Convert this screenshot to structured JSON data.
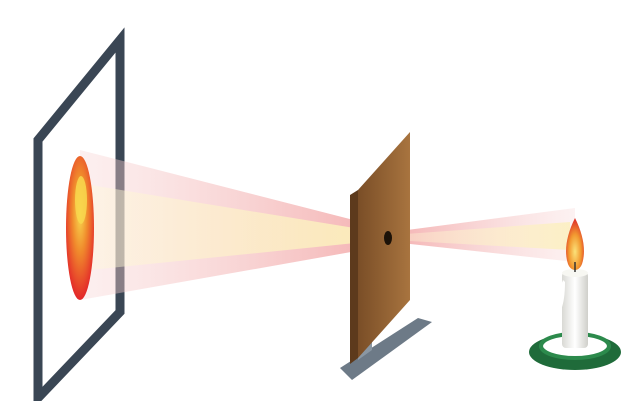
{
  "colors": {
    "background": "#ffffff",
    "screen_frame": "#3a4654",
    "board": "#9c6a3a",
    "board_side": "#6e4521",
    "stand": "#7a8794",
    "image_flame_outer": "#e8262a",
    "image_flame_inner": "#f5c542",
    "light_ray": "#f3b6b6",
    "light_ray_core": "#fbf3c8",
    "candle_wax": "#f2f2ee",
    "candle_holder": "#1f6b3a",
    "flame_outer": "#e4402e",
    "flame_inner": "#f6c94c"
  },
  "icons": [
    "screen",
    "inverted-image",
    "pinhole-board",
    "light-cone",
    "candle",
    "candle-flame"
  ]
}
